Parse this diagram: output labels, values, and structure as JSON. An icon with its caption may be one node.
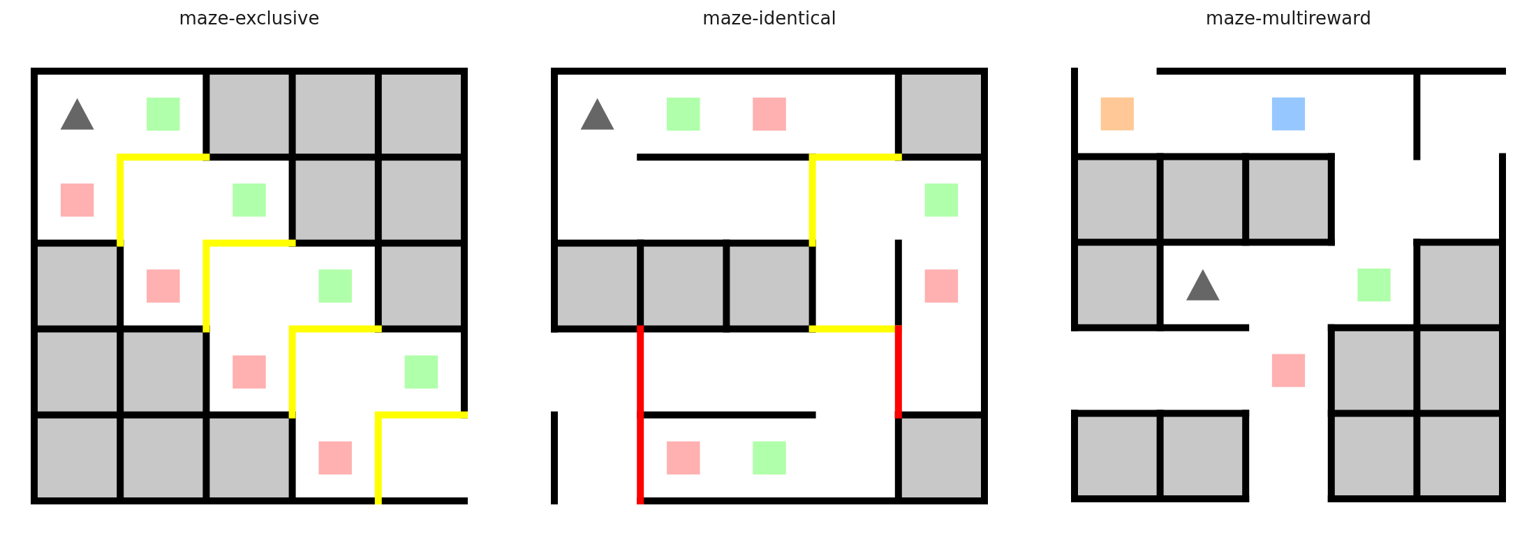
{
  "diagram": {
    "labels": [
      "maze-exclusive",
      "maze-identical",
      "maze-multireward"
    ]
  }
}
